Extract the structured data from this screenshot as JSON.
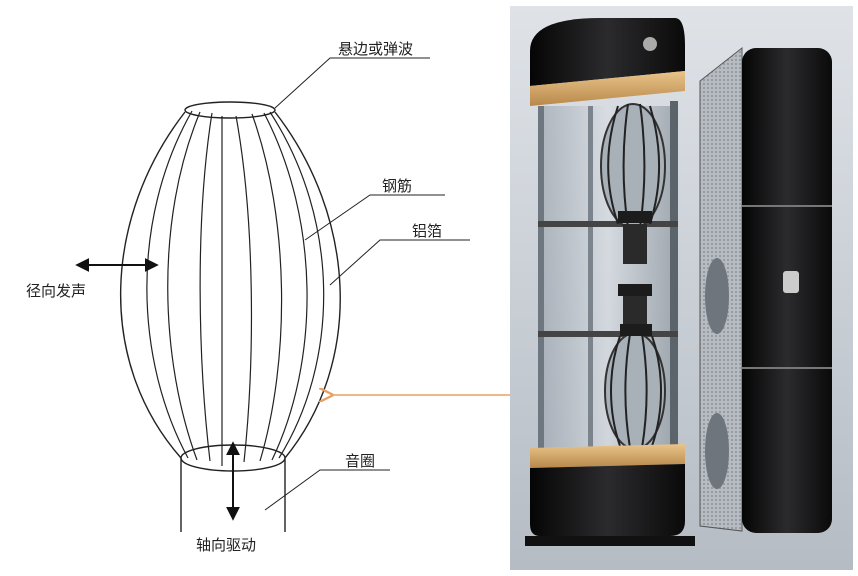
{
  "labels": {
    "suspension": "悬边或弹波",
    "ribs": "钢筋",
    "foil": "铝箔",
    "radial": "径向发声",
    "coil": "音圈",
    "axial": "轴向驱动"
  },
  "icons": {
    "radial_arrow": "double-arrow-horizontal-icon",
    "axial_arrow": "double-arrow-vertical-icon",
    "pointer_arrow": "left-arrow-icon"
  },
  "colors": {
    "line": "#222222",
    "pointer": "#e8a060",
    "photo_bg": "#c9cfd6"
  }
}
